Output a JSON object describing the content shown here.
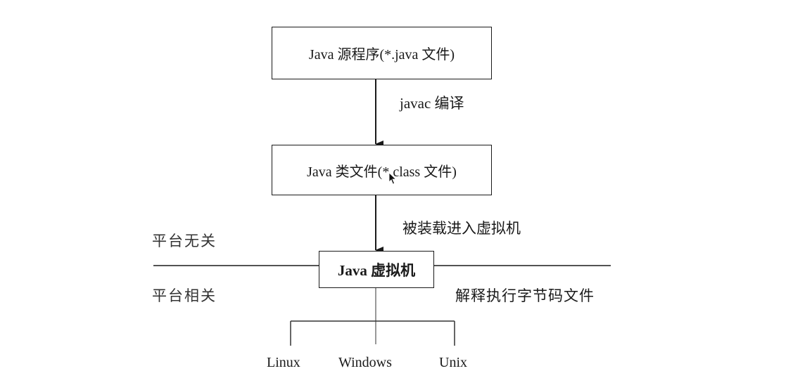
{
  "diagram": {
    "source_box": "Java 源程序(*.java 文件)",
    "compile_label": "javac 编译",
    "class_box": "Java 类文件(*.class 文件)",
    "load_label": "被装载进入虚拟机",
    "jvm_box": "Java 虚拟机",
    "platform_independent": "平台无关",
    "platform_dependent": "平台相关",
    "interpret_label": "解释执行字节码文件",
    "os_targets": [
      "Linux",
      "Windows",
      "Unix"
    ]
  },
  "colors": {
    "line": "#1a1a1a",
    "background": "#ffffff"
  }
}
